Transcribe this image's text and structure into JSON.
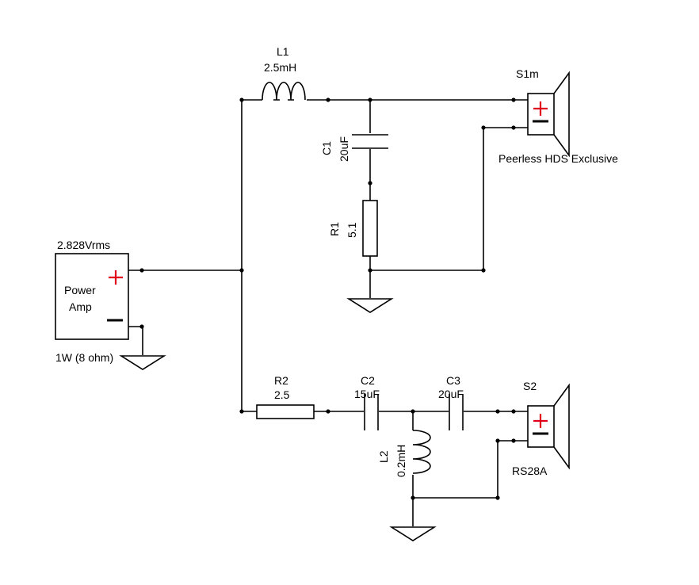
{
  "amp": {
    "voltage": "2.828Vrms",
    "name_line1": "Power",
    "name_line2": "Amp",
    "power": "1W (8 ohm)"
  },
  "L1": {
    "ref": "L1",
    "value": "2.5mH"
  },
  "C1": {
    "ref": "C1",
    "value": "20uF"
  },
  "R1": {
    "ref": "R1",
    "value": "5.1"
  },
  "R2": {
    "ref": "R2",
    "value": "2.5"
  },
  "C2": {
    "ref": "C2",
    "value": "15uF"
  },
  "C3": {
    "ref": "C3",
    "value": "20uF"
  },
  "L2": {
    "ref": "L2",
    "value": "0.2mH"
  },
  "S1m": {
    "ref": "S1m",
    "model": "Peerless HDS Exclusive"
  },
  "S2": {
    "ref": "S2",
    "model": "RS28A"
  },
  "colors": {
    "plus": "#e0001b",
    "line": "#000000"
  }
}
